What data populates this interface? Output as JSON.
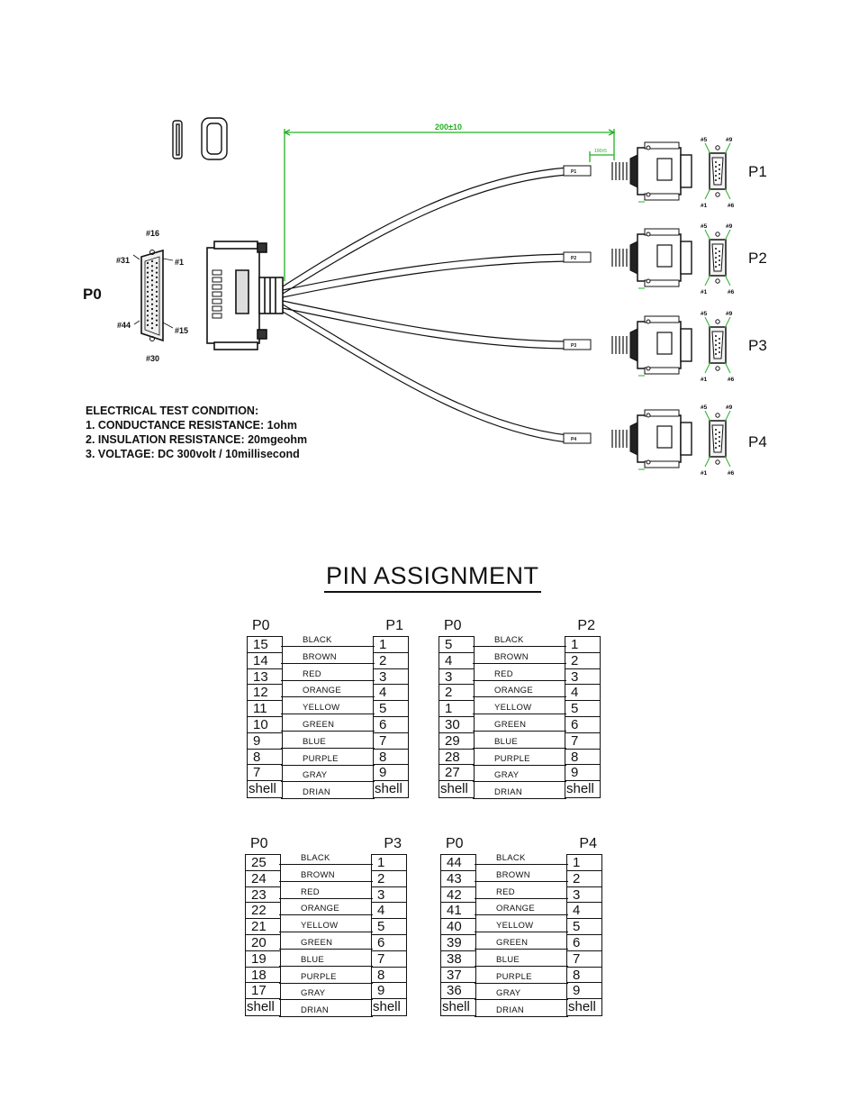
{
  "drawing": {
    "connectors": {
      "p0": "P0",
      "p1": "P1",
      "p2": "P2",
      "p3": "P3",
      "p4": "P4"
    },
    "p0_pins": {
      "top": "#16",
      "left_top": "#31",
      "right_top": "#1",
      "left_bottom": "#44",
      "right_bottom": "#15",
      "bottom": "#30"
    },
    "db9_pins": {
      "top_left": "#5",
      "top_right": "#9",
      "bottom_left": "#1",
      "bottom_right": "#6"
    },
    "dimension": "200±10",
    "dimension_small": "100±5",
    "cable_labels": [
      "P1",
      "P2",
      "P3",
      "P4"
    ],
    "colors": {
      "dimension_line": "#22b022",
      "ink": "#111111"
    }
  },
  "test_condition": {
    "title": "ELECTRICAL TEST CONDITION:",
    "items": [
      "1. CONDUCTANCE RESISTANCE: 1ohm",
      "2. INSULATION RESISTANCE: 20mgeohm",
      "3. VOLTAGE: DC 300volt / 10millisecond"
    ]
  },
  "pin_assignment": {
    "title": "PIN ASSIGNMENT",
    "tables": [
      {
        "left_header": "P0",
        "right_header": "P1",
        "left_pins": [
          "15",
          "14",
          "13",
          "12",
          "11",
          "10",
          "9",
          "8",
          "7",
          "shell"
        ],
        "wires": [
          "BLACK",
          "BROWN",
          "RED",
          "ORANGE",
          "YELLOW",
          "GREEN",
          "BLUE",
          "PURPLE",
          "GRAY",
          "DRIAN"
        ],
        "right_pins": [
          "1",
          "2",
          "3",
          "4",
          "5",
          "6",
          "7",
          "8",
          "9",
          "shell"
        ]
      },
      {
        "left_header": "P0",
        "right_header": "P2",
        "left_pins": [
          "5",
          "4",
          "3",
          "2",
          "1",
          "30",
          "29",
          "28",
          "27",
          "shell"
        ],
        "wires": [
          "BLACK",
          "BROWN",
          "RED",
          "ORANGE",
          "YELLOW",
          "GREEN",
          "BLUE",
          "PURPLE",
          "GRAY",
          "DRIAN"
        ],
        "right_pins": [
          "1",
          "2",
          "3",
          "4",
          "5",
          "6",
          "7",
          "8",
          "9",
          "shell"
        ]
      },
      {
        "left_header": "P0",
        "right_header": "P3",
        "left_pins": [
          "25",
          "24",
          "23",
          "22",
          "21",
          "20",
          "19",
          "18",
          "17",
          "shell"
        ],
        "wires": [
          "BLACK",
          "BROWN",
          "RED",
          "ORANGE",
          "YELLOW",
          "GREEN",
          "BLUE",
          "PURPLE",
          "GRAY",
          "DRIAN"
        ],
        "right_pins": [
          "1",
          "2",
          "3",
          "4",
          "5",
          "6",
          "7",
          "8",
          "9",
          "shell"
        ]
      },
      {
        "left_header": "P0",
        "right_header": "P4",
        "left_pins": [
          "44",
          "43",
          "42",
          "41",
          "40",
          "39",
          "38",
          "37",
          "36",
          "shell"
        ],
        "wires": [
          "BLACK",
          "BROWN",
          "RED",
          "ORANGE",
          "YELLOW",
          "GREEN",
          "BLUE",
          "PURPLE",
          "GRAY",
          "DRIAN"
        ],
        "right_pins": [
          "1",
          "2",
          "3",
          "4",
          "5",
          "6",
          "7",
          "8",
          "9",
          "shell"
        ]
      }
    ]
  }
}
